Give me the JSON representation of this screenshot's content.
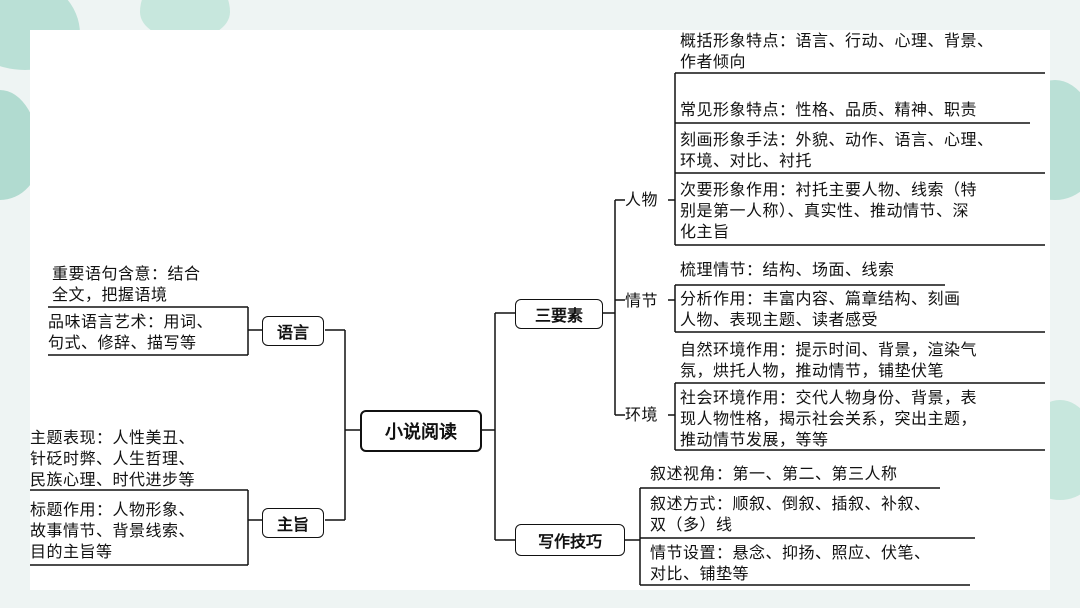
{
  "colors": {
    "background": "#eef4f3",
    "leaf": "#7fc7b3",
    "panel": "#ffffff",
    "ink": "#111111"
  },
  "decoration": [
    "eucalyptus-leaf-icon"
  ],
  "center": "小说阅读",
  "left": {
    "language": {
      "label": "语言",
      "items": [
        "重要语句含意：结合\n全文，把握语境",
        "品味语言艺术：用词、\n句式、修辞、描写等"
      ]
    },
    "theme": {
      "label": "主旨",
      "items": [
        "主题表现：人性美丑、\n针砭时弊、人生哲理、\n民族心理、时代进步等",
        "标题作用：人物形象、\n故事情节、背景线索、\n目的主旨等"
      ]
    }
  },
  "right": {
    "three_elements": {
      "label": "三要素",
      "character": {
        "label": "人物",
        "items": [
          "概括形象特点：语言、行动、心理、背景、\n作者倾向",
          "常见形象特点：性格、品质、精神、职责",
          "刻画形象手法：外貌、动作、语言、心理、\n环境、对比、衬托",
          "次要形象作用：衬托主要人物、线索（特\n别是第一人称）、真实性、推动情节、深\n化主旨"
        ]
      },
      "plot": {
        "label": "情节",
        "items": [
          "梳理情节：结构、场面、线索",
          "分析作用：丰富内容、篇章结构、刻画\n人物、表现主题、读者感受"
        ]
      },
      "environment": {
        "label": "环境",
        "items": [
          "自然环境作用：提示时间、背景，渲染气\n氛，烘托人物，推动情节，铺垫伏笔",
          "社会环境作用：交代人物身份、背景，表\n现人物性格，揭示社会关系，突出主题，\n推动情节发展，等等"
        ]
      }
    },
    "writing": {
      "label": "写作技巧",
      "items": [
        "叙述视角：第一、第二、第三人称",
        "叙述方式：顺叙、倒叙、插叙、补叙、\n双（多）线",
        "情节设置：悬念、抑扬、照应、伏笔、\n对比、铺垫等"
      ]
    }
  }
}
